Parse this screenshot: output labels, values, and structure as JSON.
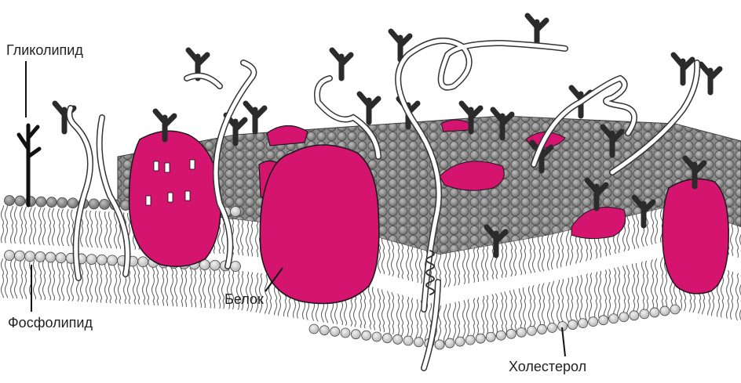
{
  "labels": {
    "glycolipid": "Гликолипид",
    "phospholipid": "Фосфолипид",
    "protein": "Белок",
    "cholesterol": "Холестерол"
  },
  "colors": {
    "protein": "#d4146f",
    "protein_edge": "#1a1a1a",
    "head_dark": "#7f7f7f",
    "head_light": "#c9c9c9",
    "chain": "#111111",
    "tail": "#555555"
  }
}
